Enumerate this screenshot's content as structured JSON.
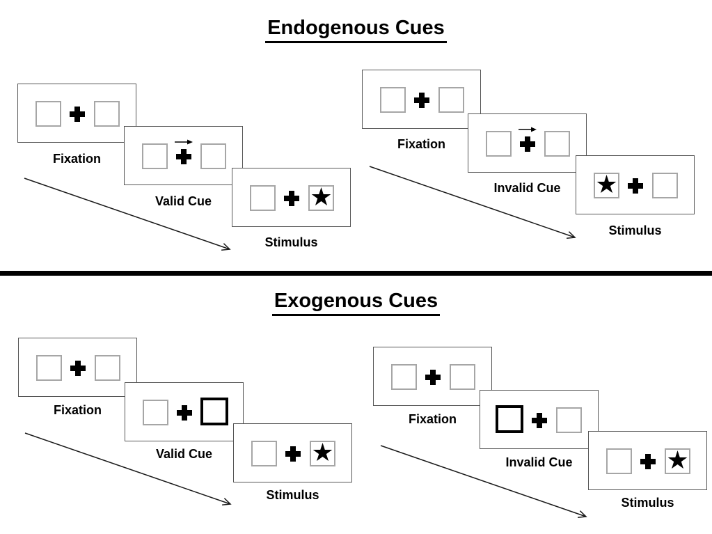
{
  "colors": {
    "background": "#ffffff",
    "panel_border": "#555555",
    "placeholder_border": "#a6a6a6",
    "ink": "#000000"
  },
  "icons": {
    "star": "★",
    "fixation_cross": "plus-cross",
    "central_cue": "right-arrow"
  },
  "sections": [
    {
      "title": "Endogenous Cues",
      "sequences": [
        {
          "name": "valid",
          "cue_style": "central-arrow-pointing-right",
          "stimulus_side": "right",
          "panels": [
            {
              "label": "Fixation"
            },
            {
              "label": "Valid Cue"
            },
            {
              "label": "Stimulus"
            }
          ]
        },
        {
          "name": "invalid",
          "cue_style": "central-arrow-pointing-right",
          "stimulus_side": "left",
          "panels": [
            {
              "label": "Fixation"
            },
            {
              "label": "Invalid Cue"
            },
            {
              "label": "Stimulus"
            }
          ]
        }
      ]
    },
    {
      "title": "Exogenous Cues",
      "sequences": [
        {
          "name": "valid",
          "cue_style": "peripheral-bold-box-right",
          "stimulus_side": "right",
          "panels": [
            {
              "label": "Fixation"
            },
            {
              "label": "Valid Cue"
            },
            {
              "label": "Stimulus"
            }
          ]
        },
        {
          "name": "invalid",
          "cue_style": "peripheral-bold-box-left",
          "stimulus_side": "right",
          "panels": [
            {
              "label": "Fixation"
            },
            {
              "label": "Invalid Cue"
            },
            {
              "label": "Stimulus"
            }
          ]
        }
      ]
    }
  ]
}
